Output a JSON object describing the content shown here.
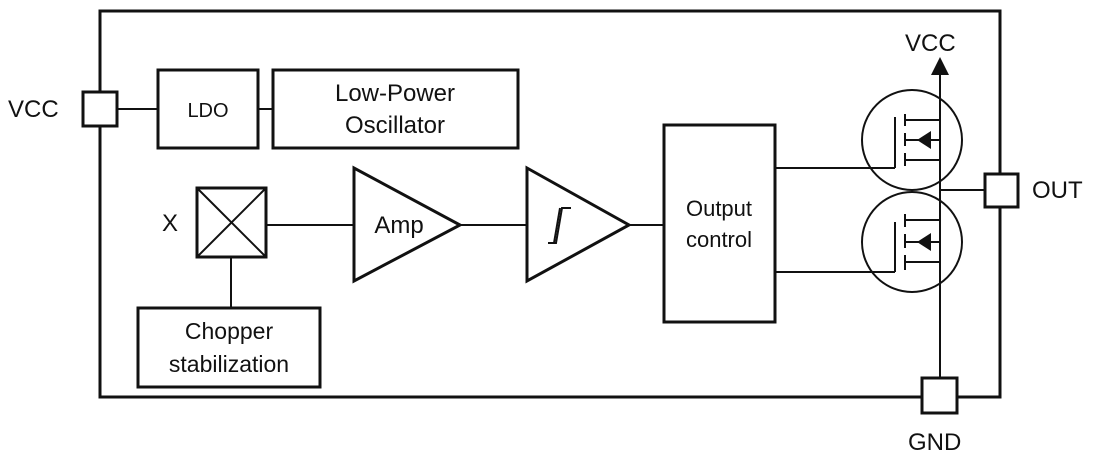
{
  "pins": {
    "vcc_left": "VCC",
    "vcc_top": "VCC",
    "out": "OUT",
    "gnd": "GND"
  },
  "blocks": {
    "ldo": "LDO",
    "oscillator_line1": "Low-Power",
    "oscillator_line2": "Oscillator",
    "hall_label": "X",
    "chopper_line1": "Chopper",
    "chopper_line2": "stabilization",
    "amp": "Amp",
    "output_control_line1": "Output",
    "output_control_line2": "control"
  }
}
